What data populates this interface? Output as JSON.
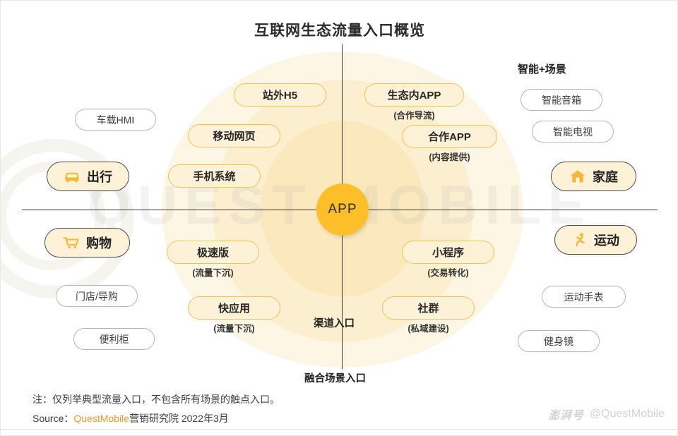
{
  "title": "互联网生态流量入口概览",
  "center": {
    "label": "APP"
  },
  "watermark": {
    "center": "QUEST MOBILE",
    "corner_brand": "澎湃号",
    "corner_handle": "@QuestMobile"
  },
  "axis_labels": {
    "channel_entry": "渠道入口",
    "fusion_scene_entry": "融合场景入口",
    "smart_scene_heading": "智能+场景"
  },
  "categories": [
    {
      "id": "travel",
      "label": "出行",
      "icon": "car-icon"
    },
    {
      "id": "shopping",
      "label": "购物",
      "icon": "cart-icon"
    },
    {
      "id": "home",
      "label": "家庭",
      "icon": "house-icon"
    },
    {
      "id": "sports",
      "label": "运动",
      "icon": "running-icon"
    }
  ],
  "touchpoints": {
    "travel": [
      {
        "label": "车载HMI"
      }
    ],
    "shopping": [
      {
        "label": "门店/导购"
      },
      {
        "label": "便利柜"
      }
    ],
    "home": [
      {
        "label": "智能音箱"
      },
      {
        "label": "智能电视"
      }
    ],
    "sports": [
      {
        "label": "运动手表"
      },
      {
        "label": "健身镜"
      }
    ]
  },
  "entries": {
    "top_left": [
      {
        "label": "站外H5",
        "caption": ""
      },
      {
        "label": "移动网页",
        "caption": ""
      },
      {
        "label": "手机系统",
        "caption": ""
      }
    ],
    "top_right": [
      {
        "label": "生态内APP",
        "caption": "(合作导流)"
      },
      {
        "label": "合作APP",
        "caption": "(内容提供)"
      }
    ],
    "bottom_left": [
      {
        "label": "极速版",
        "caption": "(流量下沉)"
      },
      {
        "label": "快应用",
        "caption": "(流量下沉)"
      }
    ],
    "bottom_right": [
      {
        "label": "小程序",
        "caption": "(交易转化)"
      },
      {
        "label": "社群",
        "caption": "(私域建设)"
      }
    ]
  },
  "footer": {
    "note": "注：仅列举典型流量入口，不包含所有场景的触点入口。",
    "source_prefix": "Source：",
    "source_brand": "QuestMobile",
    "source_rest": "营销研究院 2022年3月"
  },
  "colors": {
    "accent": "#FCBF2A",
    "pill_fill": "#FDF2D8",
    "pill_border": "#F0C352",
    "brand_orange": "#F59A23"
  }
}
